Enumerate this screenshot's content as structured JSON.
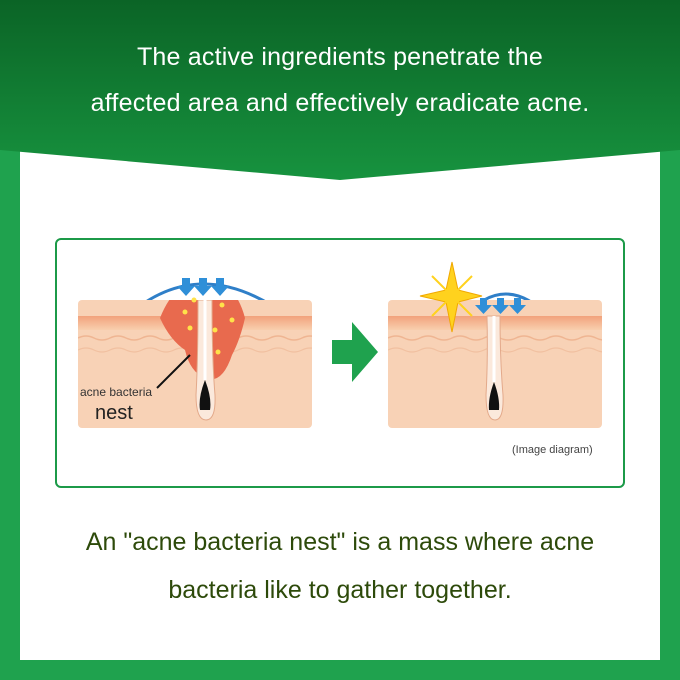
{
  "header": {
    "line1": "The active ingredients penetrate the",
    "line2": "affected area and effectively eradicate acne."
  },
  "diagram": {
    "acne_label": "acne bacteria",
    "nest_label": "nest",
    "caption": "(Image diagram)"
  },
  "footer": {
    "line1": "An \"acne bacteria nest\" is a mass where acne",
    "line2": "bacteria like to gather together."
  },
  "colors": {
    "brand_green": "#1fa24e",
    "header_dark_green": "#0d6b2a",
    "skin": "#f6c6a3",
    "inflamed": "#e8604a",
    "arrow_blue": "#2f8fd8"
  },
  "icons": [
    "arrow-right-icon",
    "sparkle-icon",
    "down-arrow-icon"
  ]
}
